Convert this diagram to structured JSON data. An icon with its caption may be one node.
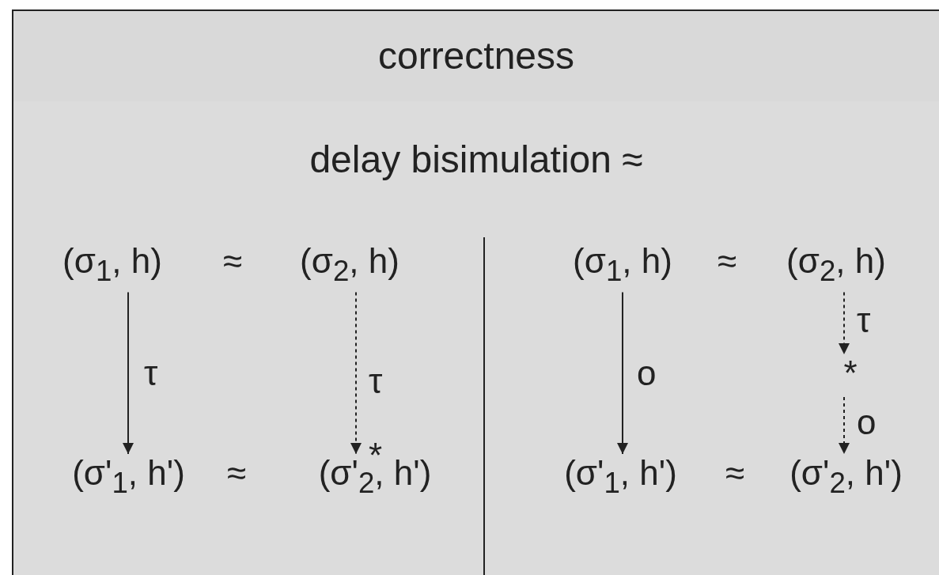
{
  "diagram": {
    "nodes": [
      {
        "text": [
          "correctness"
        ]
      },
      {
        "text": [
          "delay bisimulation ≈"
        ]
      },
      {
        "text": [
          "(σ$_{1}$, h)"
        ],
        "in": 1
      },
      {
        "text": [
          "(σ$_{2}$, h)"
        ],
        "in": 1
      },
      {
        "text": [
          "(σ'$_{1}$, h')"
        ],
        "in": 1
      },
      {
        "text": [
          "(σ'$_{2}$, h')"
        ],
        "in": 1
      },
      {
        "text": [
          "(σ$_{1}$, h)"
        ],
        "in": 1
      },
      {
        "text": [
          "(σ$_{2}$, h)"
        ],
        "in": 1
      },
      {
        "text": [
          "*"
        ],
        "in": 1
      },
      {
        "text": [
          "(σ'$_{1}$, h')"
        ],
        "in": 1
      },
      {
        "text": [
          "(σ'$_{2}$, h')"
        ],
        "in": 1
      }
    ],
    "edges": [
      {
        "from": 2,
        "to": 4,
        "arrow": "to",
        "label": "τ"
      },
      {
        "from": 3,
        "to": 5,
        "arrow": "to",
        "label": "τ",
        "style": "dashed"
      },
      {
        "from": 6,
        "to": 9,
        "arrow": "to",
        "label": "o"
      },
      {
        "from": 7,
        "to": 8,
        "arrow": "to",
        "label": "τ",
        "style": "dashed"
      },
      {
        "from": 8,
        "to": 10,
        "arrow": "to",
        "label": "o",
        "style": "dashed"
      }
    ],
    "labels": [
      "≈",
      "≈",
      "*",
      "≈",
      "≈"
    ]
  }
}
